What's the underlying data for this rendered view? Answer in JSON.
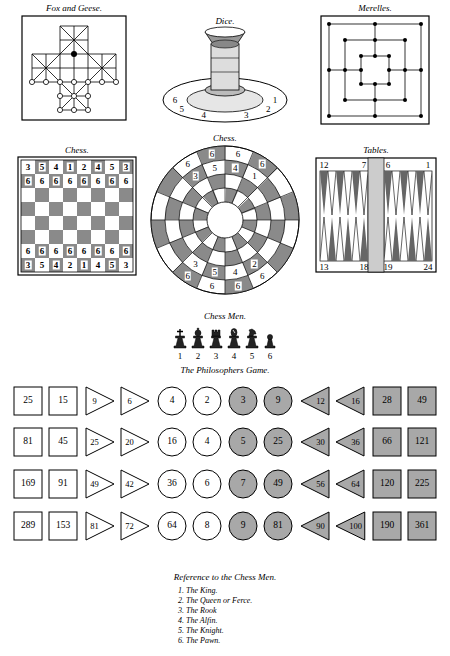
{
  "diagram": {
    "nodes": [
      {
        "text": [
          "25"
        ]
      },
      {
        "text": [
          "15"
        ]
      },
      {
        "text": [
          "9"
        ]
      },
      {
        "text": [
          "6"
        ]
      },
      {
        "text": [
          "4"
        ]
      },
      {
        "text": [
          "2"
        ]
      },
      {
        "text": [
          "3"
        ]
      },
      {
        "text": [
          "9"
        ]
      },
      {
        "text": [
          "12"
        ]
      },
      {
        "text": [
          "16"
        ]
      },
      {
        "text": [
          "28"
        ]
      },
      {
        "text": [
          "49"
        ]
      },
      {
        "text": [
          "81"
        ]
      },
      {
        "text": [
          "45"
        ]
      },
      {
        "text": [
          "25"
        ]
      },
      {
        "text": [
          "20"
        ]
      },
      {
        "text": [
          "16"
        ]
      },
      {
        "text": [
          "4"
        ]
      },
      {
        "text": [
          "5"
        ]
      },
      {
        "text": [
          "25"
        ]
      },
      {
        "text": [
          "30"
        ]
      },
      {
        "text": [
          "36"
        ]
      },
      {
        "text": [
          "66"
        ]
      },
      {
        "text": [
          "121"
        ]
      },
      {
        "text": [
          "169"
        ]
      },
      {
        "text": [
          "91"
        ]
      },
      {
        "text": [
          "49"
        ]
      },
      {
        "text": [
          "42"
        ]
      },
      {
        "text": [
          "36"
        ]
      },
      {
        "text": [
          "6"
        ]
      },
      {
        "text": [
          "7"
        ]
      },
      {
        "text": [
          "49"
        ]
      },
      {
        "text": [
          "56"
        ]
      },
      {
        "text": [
          "64"
        ]
      },
      {
        "text": [
          "120"
        ]
      },
      {
        "text": [
          "225"
        ]
      },
      {
        "text": [
          "289"
        ]
      },
      {
        "text": [
          "153"
        ]
      },
      {
        "text": [
          "81"
        ]
      },
      {
        "text": [
          "72"
        ]
      },
      {
        "text": [
          "64"
        ]
      },
      {
        "text": [
          "8"
        ]
      },
      {
        "text": [
          "9"
        ]
      },
      {
        "text": [
          "81"
        ]
      },
      {
        "text": [
          "90"
        ]
      },
      {
        "text": [
          "100"
        ]
      },
      {
        "text": [
          "190"
        ]
      },
      {
        "text": [
          "361"
        ]
      }
    ],
    "labels": [
      "Fox and Geese.",
      "Dice.",
      "Merelles.",
      "6",
      "5",
      "4",
      "3",
      "2",
      "1",
      "Chess.",
      "Chess.",
      "Tables.",
      "3",
      "5",
      "4",
      "1",
      "2",
      "4",
      "5",
      "3",
      "6",
      "6",
      "6",
      "6",
      "6",
      "6",
      "6",
      "6",
      "6",
      "6",
      "6",
      "6",
      "6",
      "6",
      "6",
      "6",
      "3",
      "5",
      "4",
      "2",
      "1",
      "4",
      "5",
      "3",
      "3",
      "5",
      "4",
      "1",
      "6",
      "6",
      "6",
      "6",
      "3",
      "5",
      "4",
      "2",
      "6",
      "6",
      "6",
      "6",
      "12",
      "7",
      "6",
      "1",
      "13",
      "18",
      "19",
      "24",
      "Chess Men.",
      "1",
      "2",
      "3",
      "4",
      "5",
      "6",
      "The Philosophers Game.",
      "Reference to the Chess Men.",
      "1. The King.",
      "2. The Queen or Ferce.",
      "3. The Rook",
      "4. The Alfin.",
      "5. The Knight.",
      "6. The Pawn."
    ]
  }
}
